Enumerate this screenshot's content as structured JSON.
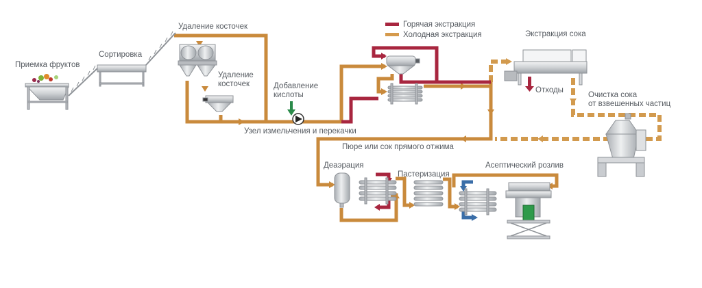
{
  "colors": {
    "hot": "#a8263f",
    "cold": "#d59a4c",
    "cold_outline": "#b97a2e",
    "acid": "#2a8a4a",
    "cooling": "#3a6ea8",
    "equipment": "#c9ccd0",
    "label": "#555a60"
  },
  "legend": {
    "hot_label": "Горячая экстракция",
    "cold_label": "Холодная экстракция"
  },
  "labels": {
    "fruit_reception": "Приемка фруктов",
    "sorting": "Сортировка",
    "pitting_top": "Удаление косточек",
    "pitting_mid_1": "Удаление",
    "pitting_mid_2": "косточек",
    "acid_1": "Добавление",
    "acid_2": "кислоты",
    "milling": "Узел измельчения и перекачки",
    "juice_extraction": "Экстракция сока",
    "waste": "Отходы",
    "clarification_1": "Очистка сока",
    "clarification_2": "от взвешенных частиц",
    "puree": "Пюре или сок прямого отжима",
    "deaeration": "Деаэрация",
    "pasteurization": "Пастеризация",
    "aseptic_filling": "Асептический розлив"
  }
}
